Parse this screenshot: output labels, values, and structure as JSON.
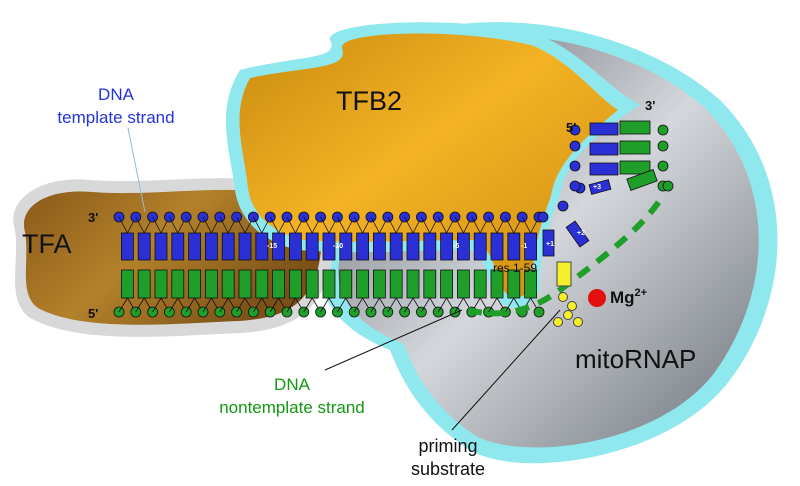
{
  "labels": {
    "tfa": "TFA",
    "tfb2": "TFB2",
    "mitornap": "mitoRNAP",
    "dna_template_line1": "DNA",
    "dna_template_line2": "template strand",
    "dna_nontemplate_line1": "DNA",
    "dna_nontemplate_line2": "nontemplate strand",
    "priming_line1": "priming",
    "priming_line2": "substrate",
    "mg": "Mg",
    "mg_charge": "2+",
    "res": "res 1-59",
    "template_3prime": "3'",
    "nontemplate_5prime": "5'",
    "rna_5prime": "5'",
    "rna_3prime": "3'"
  },
  "positions": {
    "m15": "-15",
    "m10": "-10",
    "m5": "-5",
    "m1": "-1",
    "p1": "+1",
    "p2": "+2",
    "p3": "+3"
  },
  "colors": {
    "template": "#2a2fd6",
    "nontemplate": "#1f9e2a",
    "tfb2": "#e8a317",
    "tfa": "#9c6a22",
    "mitornap": "#8a9097",
    "halo": "#86e6ec",
    "substrate": "#f5ee2a",
    "mg": "#e31010",
    "label_blue": "#2233dd",
    "label_green": "#119911"
  }
}
